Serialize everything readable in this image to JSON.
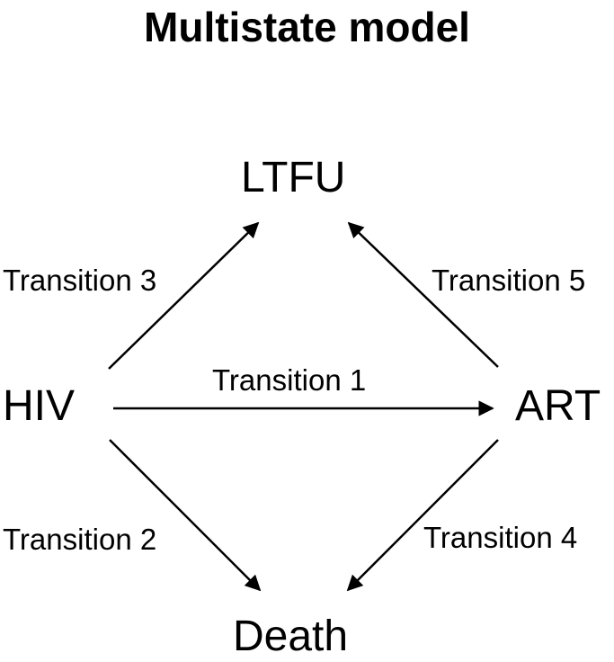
{
  "title": "Multistate model",
  "states": {
    "ltfu": "LTFU",
    "hiv": "HIV",
    "art": "ART",
    "death": "Death"
  },
  "transitions": {
    "t1": "Transition 1",
    "t2": "Transition 2",
    "t3": "Transition 3",
    "t4": "Transition 4",
    "t5": "Transition 5"
  }
}
